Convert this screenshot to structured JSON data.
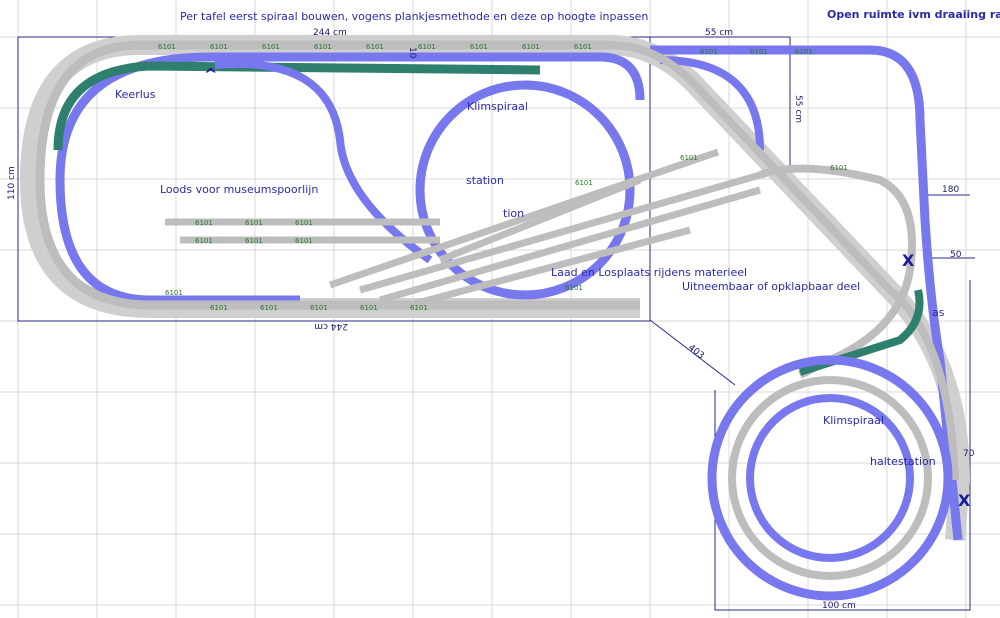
{
  "header": {
    "instruction": "Per tafel eerst spiraal bouwen, vogens plankjesmethode en deze op hoogte inpassen",
    "open_space": "Open ruimte ivm draaiing raam"
  },
  "labels": {
    "keerlus": "Keerlus",
    "loods": "Loods voor museumspoorlijn",
    "klimspiraal_top": "Klimspiraal",
    "station": "station",
    "station_partial": "tion",
    "laad": "Laad en Losplaats rijdens materieel",
    "uitneembaar": "Uitneembaar of opklapbaar deel",
    "klimspiraal_bottom": "Klimspiraal",
    "haltestation": "haltestation",
    "as_partial": "as"
  },
  "dimensions": {
    "top_width": "244 cm",
    "bottom_width": "244 cm",
    "left_height": "110 cm",
    "right_top_width": "55 cm",
    "right_top_height": "55 cm",
    "inner_small": "10",
    "d180": "180",
    "d50": "50",
    "d403": "403",
    "d70": "70",
    "d100": "100 cm"
  },
  "track_piece": "6101",
  "markers": {
    "caret": "^",
    "x_right": "X",
    "x_bottom": "X"
  },
  "colors": {
    "grid": "#d8d8d8",
    "track_blue": "#7777ee",
    "track_grey": "#bdbdbd",
    "track_teal": "#2f7f6f",
    "frame": "#2a2a8a",
    "text": "#2a2aa8"
  }
}
